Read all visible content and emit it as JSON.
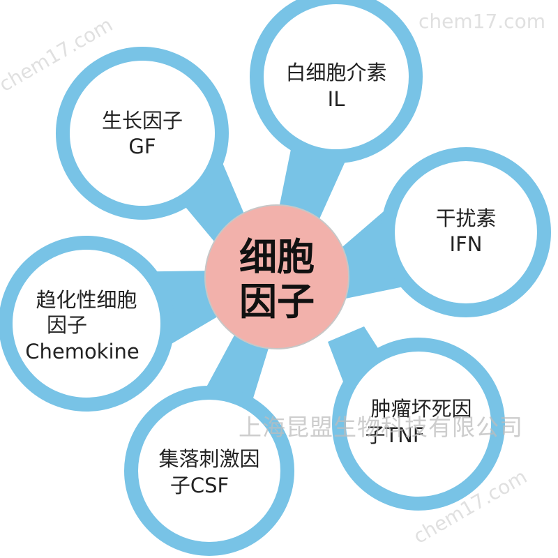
{
  "center": {
    "line1": "细胞",
    "line2": "因子"
  },
  "nodes": {
    "gf": {
      "line1": "生长因子",
      "line2": "GF"
    },
    "il": {
      "line1": "白细胞介素",
      "line2": "IL"
    },
    "ifn": {
      "line1": "干扰素",
      "line2": "IFN"
    },
    "chemokine": {
      "line1": "趋化性细胞",
      "line2": "因子",
      "line3": "Chemokine"
    },
    "csf": {
      "line1": "集落刺激因",
      "line2": "子CSF"
    },
    "tnf": {
      "line1": "肿瘤坏死因",
      "line2": "子TNF"
    }
  },
  "watermark": {
    "site": "chem17.com",
    "company": "上海昆盟生物科技有限公司"
  },
  "colors": {
    "ring": "#78c3e6",
    "node_fill": "#ffffff",
    "center_fill": "#f2b1ab",
    "center_stroke": "#c7c7c7"
  }
}
